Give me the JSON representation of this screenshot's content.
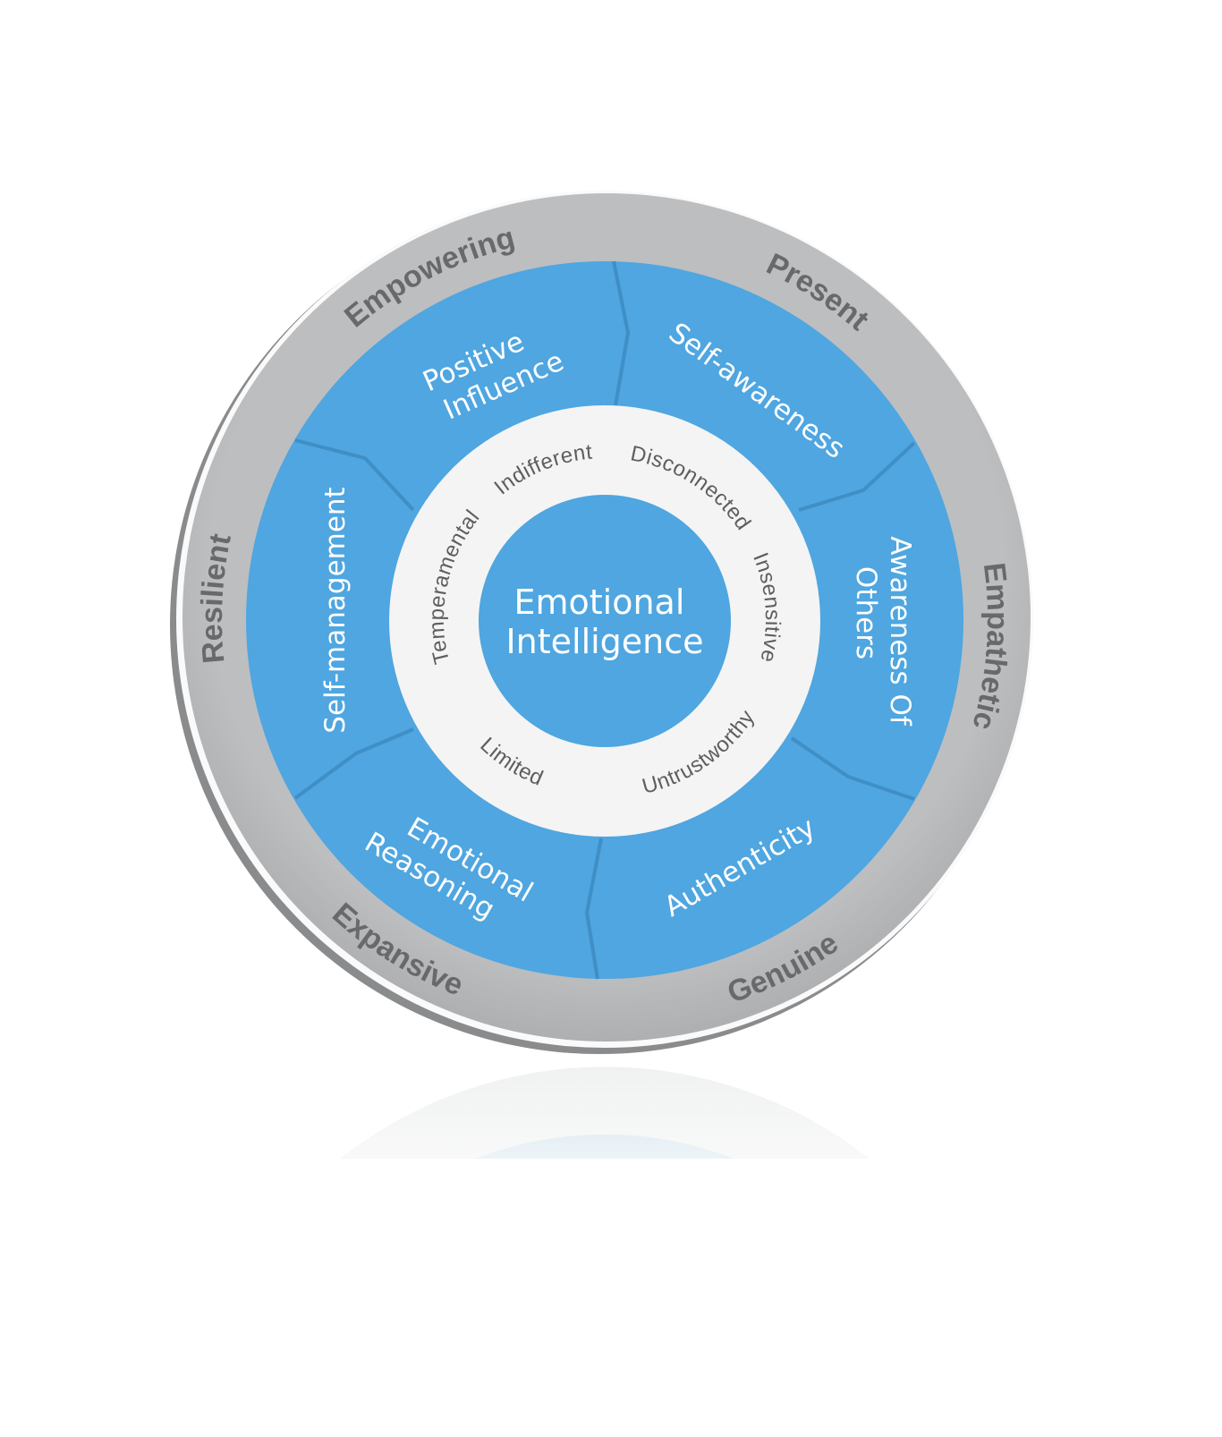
{
  "diagram": {
    "center": {
      "line1": "Emotional",
      "line2": "Intelligence"
    },
    "competencies": {
      "positive_influence": {
        "line1": "Positive",
        "line2": "Influence"
      },
      "self_awareness": "Self-awareness",
      "awareness_of_others": {
        "line1": "Awareness Of",
        "line2": "Others"
      },
      "authenticity": "Authenticity",
      "emotional_reasoning": {
        "line1": "Emotional",
        "line2": "Reasoning"
      },
      "self_management": "Self-management"
    },
    "low_traits": {
      "indifferent": "Indifferent",
      "disconnected": "Disconnected",
      "insensitive": "Insensitive",
      "untrustworthy": "Untrustworthy",
      "limited": "Limited",
      "temperamental": "Temperamental"
    },
    "high_traits": {
      "empowering": "Empowering",
      "present": "Present",
      "empathetic": "Empathetic",
      "genuine": "Genuine",
      "expansive": "Expansive",
      "resilient": "Resilient"
    },
    "colors": {
      "ring": "#b6b7b9",
      "blue": "#4fa6e0",
      "inner_ring": "#f4f4f4",
      "text_gray": "#68696b"
    }
  }
}
